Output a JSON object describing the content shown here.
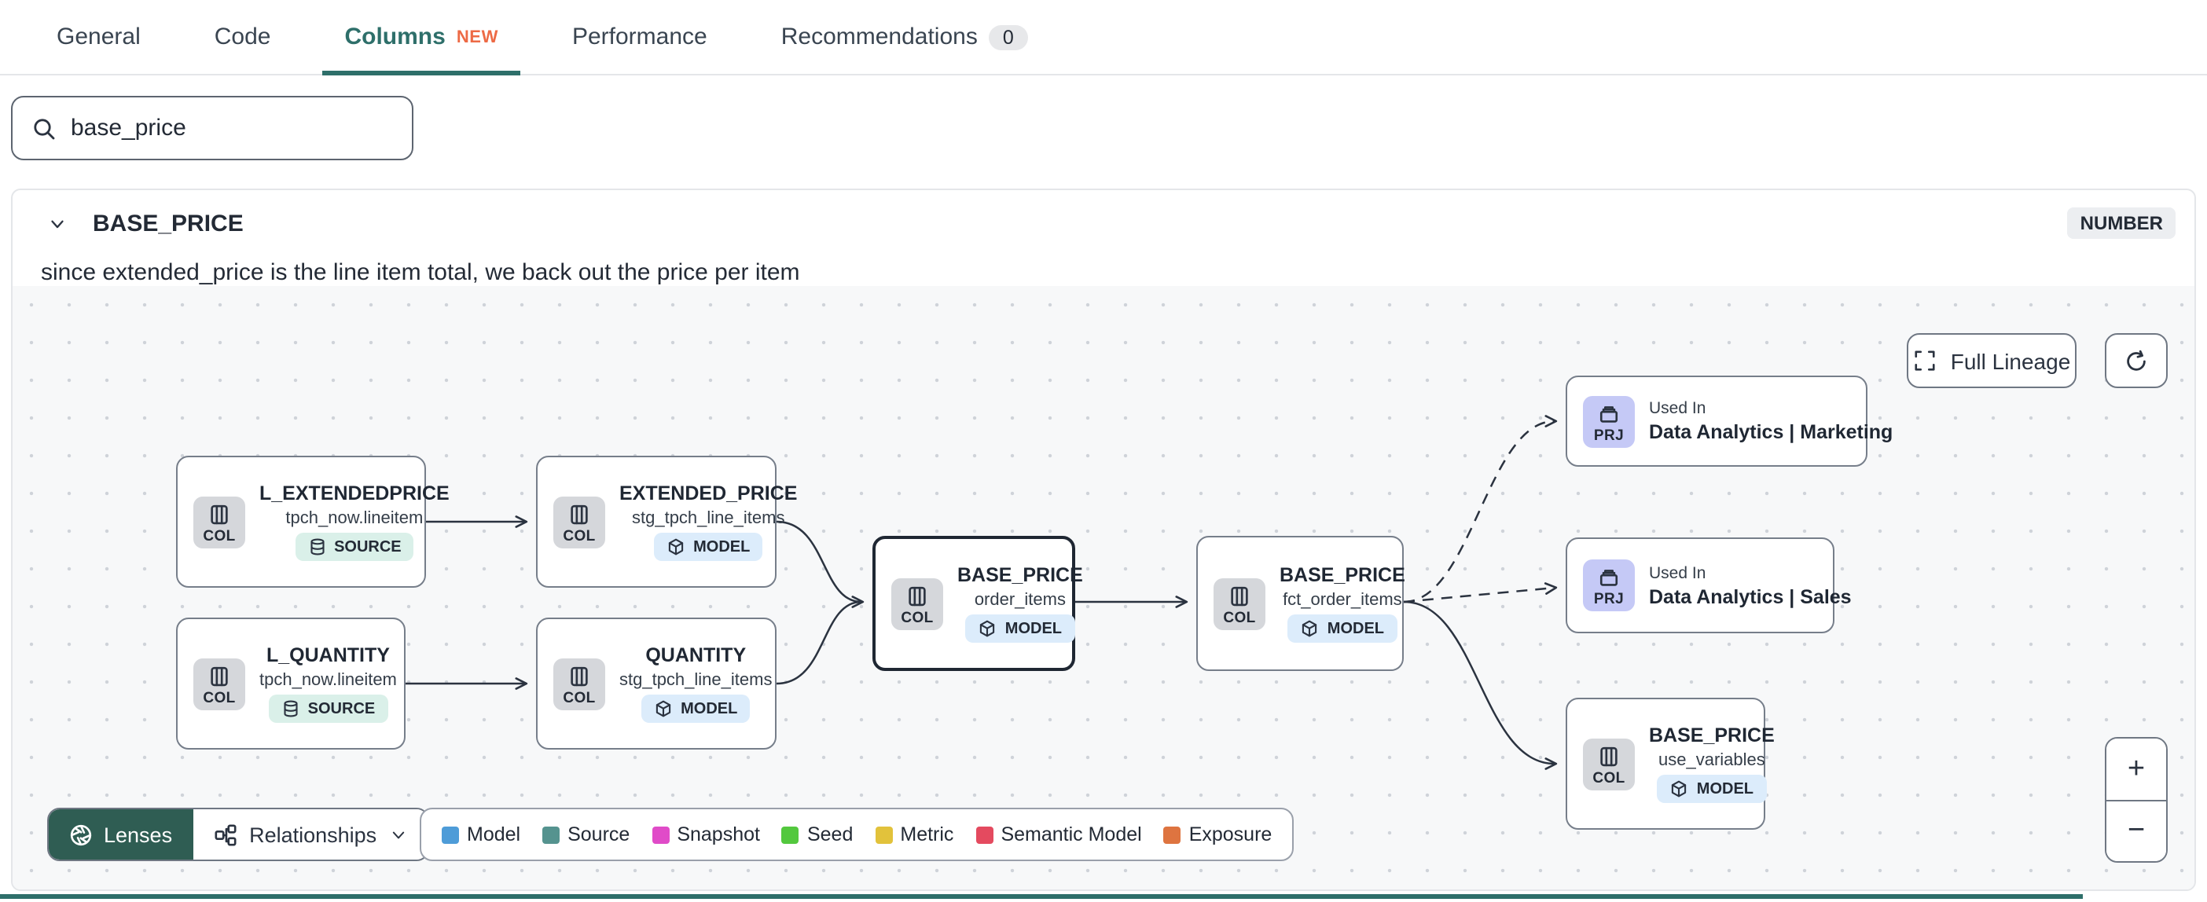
{
  "tabs": {
    "items": [
      {
        "label": "General"
      },
      {
        "label": "Code"
      },
      {
        "label": "Columns",
        "badge": "NEW"
      },
      {
        "label": "Performance"
      },
      {
        "label": "Recommendations",
        "count": "0"
      }
    ]
  },
  "search": {
    "value": "base_price"
  },
  "column": {
    "name": "BASE_PRICE",
    "type": "NUMBER",
    "description": "since extended_price is the line item total, we back out the price per item"
  },
  "canvas": {
    "full_lineage": "Full Lineage",
    "zoom_in": "+",
    "zoom_out": "−",
    "nodes": [
      {
        "kind": "COL",
        "title": "L_EXTENDEDPRICE",
        "subtitle": "tpch_now.lineitem",
        "badge": "SOURCE"
      },
      {
        "kind": "COL",
        "title": "EXTENDED_PRICE",
        "subtitle": "stg_tpch_line_items",
        "badge": "MODEL"
      },
      {
        "kind": "COL",
        "title": "L_QUANTITY",
        "subtitle": "tpch_now.lineitem",
        "badge": "SOURCE"
      },
      {
        "kind": "COL",
        "title": "QUANTITY",
        "subtitle": "stg_tpch_line_items",
        "badge": "MODEL"
      },
      {
        "kind": "COL",
        "title": "BASE_PRICE",
        "subtitle": "order_items",
        "badge": "MODEL"
      },
      {
        "kind": "COL",
        "title": "BASE_PRICE",
        "subtitle": "fct_order_items",
        "badge": "MODEL"
      },
      {
        "kind": "PRJ",
        "title": "Used In",
        "subtitle": "Data Analytics | Marketing"
      },
      {
        "kind": "PRJ",
        "title": "Used In",
        "subtitle": "Data Analytics | Sales"
      },
      {
        "kind": "COL",
        "title": "BASE_PRICE",
        "subtitle": "use_variables",
        "badge": "MODEL"
      }
    ],
    "footer": {
      "lenses": "Lenses",
      "relationships": "Relationships"
    },
    "legend": [
      {
        "label": "Model",
        "color": "#4e9cd8"
      },
      {
        "label": "Source",
        "color": "#55938f"
      },
      {
        "label": "Snapshot",
        "color": "#e04bc8"
      },
      {
        "label": "Seed",
        "color": "#53c83e"
      },
      {
        "label": "Metric",
        "color": "#e2c23b"
      },
      {
        "label": "Semantic Model",
        "color": "#e44a5f"
      },
      {
        "label": "Exposure",
        "color": "#de7440"
      }
    ]
  }
}
